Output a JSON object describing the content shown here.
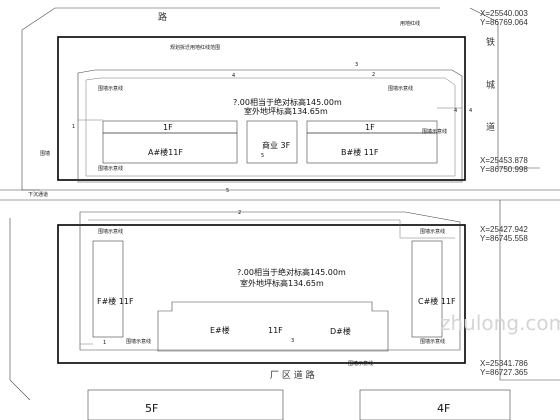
{
  "roads": {
    "north_road": "路",
    "east_road": [
      "铁",
      "城",
      "道"
    ],
    "south_road": "厂 区 道 路"
  },
  "coordinates": {
    "ne": {
      "x": "X=25540.003",
      "y": "Y=86769.064"
    },
    "mid_east_upper": {
      "x": "X=25453.878",
      "y": "Y=86750.998"
    },
    "mid_east_lower": {
      "x": "X=25427.942",
      "y": "Y=86745.558"
    },
    "se": {
      "x": "X=25341.786",
      "y": "Y=86727.365"
    }
  },
  "north_plot": {
    "elevation_floor": "?.00相当于绝对标高145.00m",
    "elevation_outdoor": "室外地坪标高134.65m",
    "building_a": {
      "label": "A#楼11F",
      "floor": "1F"
    },
    "building_b": {
      "label": "B#楼 11F",
      "floor": "1F"
    },
    "podium": {
      "label": "商业 3F"
    },
    "notes": [
      "规划拆迁用地红线范围",
      "用地红线",
      "围墙示意线",
      "围墙示意线",
      "围墙示意线",
      "围墙示意线",
      "围墙"
    ],
    "dims": [
      "4",
      "3",
      "1",
      "2",
      "4",
      "5",
      "4"
    ]
  },
  "south_plot": {
    "elevation_floor": "?.00相当于绝对标高145.00m",
    "elevation_outdoor": "室外地坪标高134.65m",
    "building_f": {
      "label": "F#楼 11F"
    },
    "building_c": {
      "label": "C#楼 11F"
    },
    "building_e": {
      "label": "E#楼"
    },
    "building_d": {
      "label": "D#楼"
    },
    "center_floor": "11F",
    "notes": [
      "围墙示意线",
      "围墙示意线",
      "围墙示意线",
      "围墙示意线",
      "围墙示意线",
      "下沉通道"
    ],
    "dims": [
      "5",
      "2",
      "1",
      "3"
    ]
  },
  "neighbors": {
    "sw": "5F",
    "se": "4F"
  },
  "watermark": "zhulong.com"
}
